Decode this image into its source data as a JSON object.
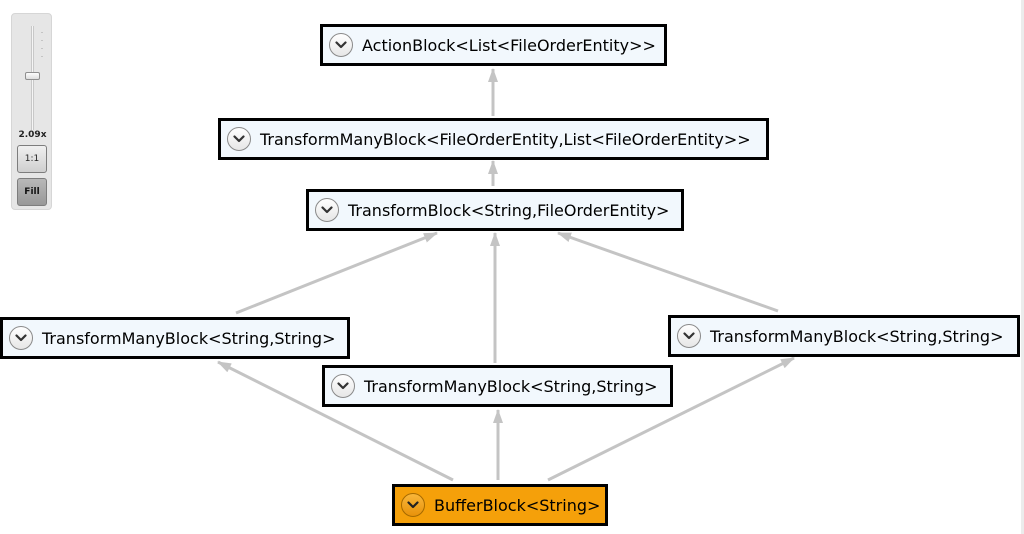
{
  "zoom": {
    "value_label": "2.09x",
    "one_to_one_label": "1:1",
    "fill_label": "Fill",
    "slider_level": 0.33
  },
  "colors": {
    "node_fill": "#f2f8fd",
    "node_highlight_fill": "#f5a00a",
    "node_border": "#000000",
    "edge": "#c4c4c4"
  },
  "nodes": [
    {
      "id": "action",
      "label": "ActionBlock<List<FileOrderEntity>>"
    },
    {
      "id": "tmany_list",
      "label": "TransformManyBlock<FileOrderEntity,List<FileOrderEntity>>"
    },
    {
      "id": "transform",
      "label": "TransformBlock<String,FileOrderEntity>"
    },
    {
      "id": "tmany_left",
      "label": "TransformManyBlock<String,String>"
    },
    {
      "id": "tmany_right",
      "label": "TransformManyBlock<String,String>"
    },
    {
      "id": "tmany_mid",
      "label": "TransformManyBlock<String,String>"
    },
    {
      "id": "buffer",
      "label": "BufferBlock<String>",
      "highlighted": true
    }
  ],
  "edges": [
    {
      "from": "buffer",
      "to": "tmany_left"
    },
    {
      "from": "buffer",
      "to": "tmany_mid"
    },
    {
      "from": "buffer",
      "to": "tmany_right"
    },
    {
      "from": "tmany_left",
      "to": "transform"
    },
    {
      "from": "tmany_mid",
      "to": "transform"
    },
    {
      "from": "tmany_right",
      "to": "transform"
    },
    {
      "from": "transform",
      "to": "tmany_list"
    },
    {
      "from": "tmany_list",
      "to": "action"
    }
  ]
}
